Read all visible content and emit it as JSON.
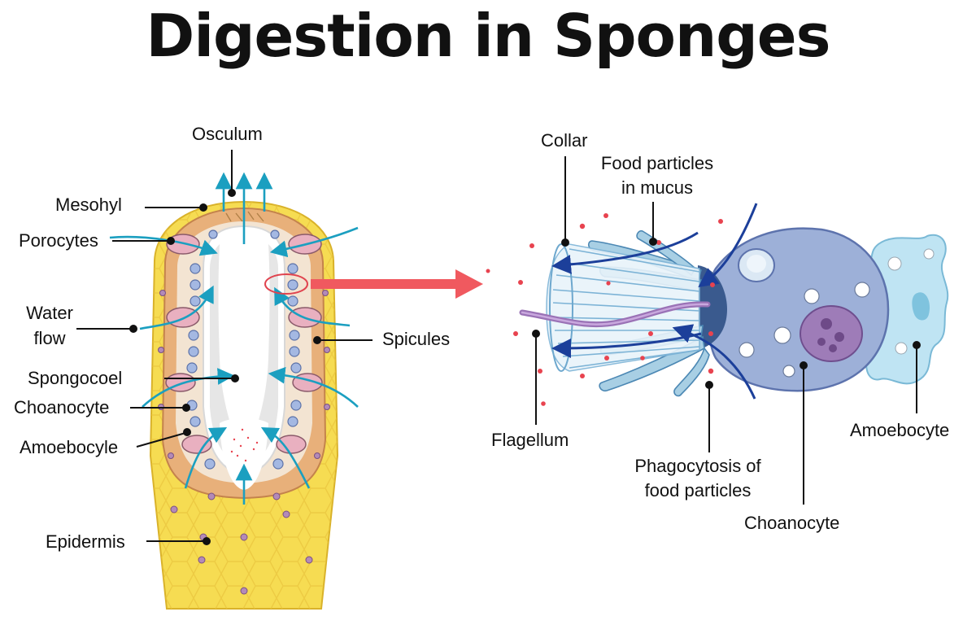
{
  "title": "Digestion in Sponges",
  "colors": {
    "epidermis": "#f6dc52",
    "mesohyl": "#e8b07a",
    "water_flow": "#1b9fc0",
    "pointer_arrow": "#f0595f",
    "choanocyte_body": "#9db0d8",
    "amoebocyte": "#bfe4f3",
    "flow_arrow": "#1c3f9a",
    "flagellum": "#9a72b6",
    "food_particle": "#e8434f"
  },
  "left_labels": {
    "osculum": "Osculum",
    "mesohyl": "Mesohyl",
    "porocytes": "Porocytes",
    "water_flow_1": "Water",
    "water_flow_2": "flow",
    "spicules": "Spicules",
    "spongocoel": "Spongocoel",
    "choanocyte": "Choanocyte",
    "amoebocyle": "Amoebocyle",
    "epidermis": "Epidermis"
  },
  "right_labels": {
    "collar": "Collar",
    "food_particles_1": "Food particles",
    "food_particles_2": "in mucus",
    "flagellum": "Flagellum",
    "phagocytosis_1": "Phagocytosis of",
    "phagocytosis_2": "food particles",
    "choanocyte": "Choanocyte",
    "amoebocyte": "Amoebocyte"
  }
}
